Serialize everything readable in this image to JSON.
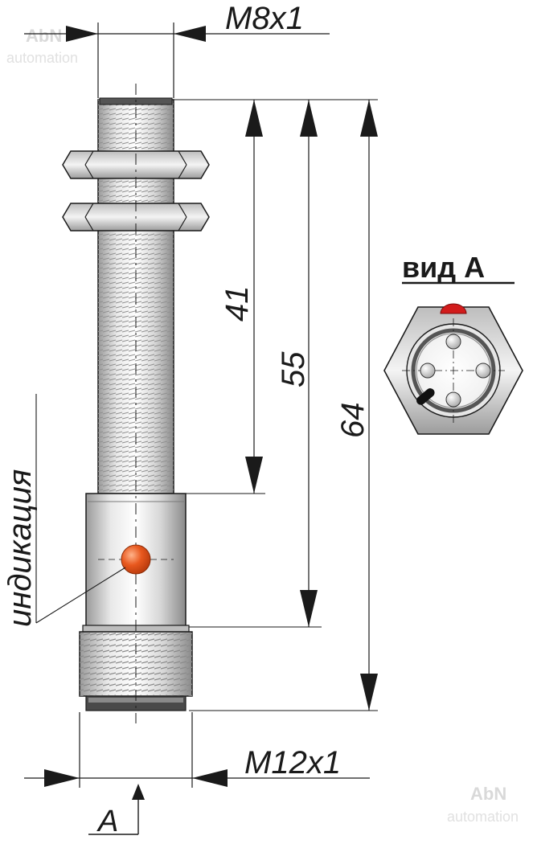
{
  "watermark": {
    "brand": "AbN",
    "sub": "automation"
  },
  "dimensions": {
    "thread_top": "M8x1",
    "thread_bottom": "M12x1",
    "length_41": "41",
    "length_55": "55",
    "length_64": "64"
  },
  "labels": {
    "indication": "индикация",
    "view_label": "вид А",
    "view_arrow": "А"
  },
  "colors": {
    "led": "#e8581e",
    "led_top": "#d21c1c",
    "body_metal": "#cfcfcf",
    "line": "#1a1a1a"
  }
}
